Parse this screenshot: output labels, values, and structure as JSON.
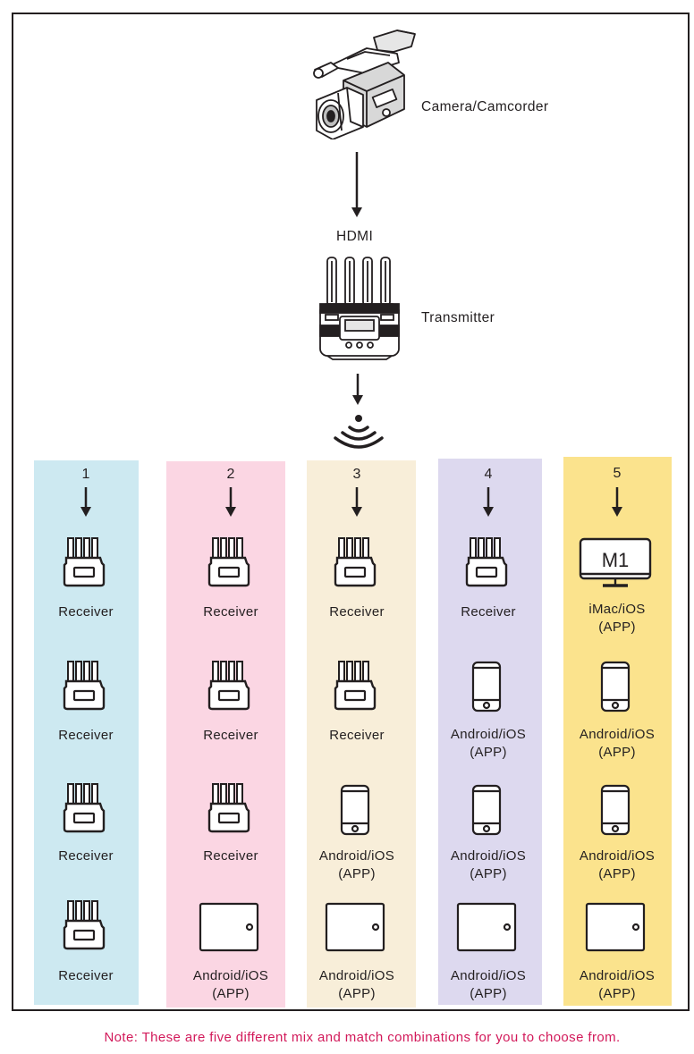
{
  "diagram": {
    "camera_label": "Camera/Camcorder",
    "hdmi_label": "HDMI",
    "transmitter_label": "Transmitter",
    "note": "Note: These are five different mix and match combinations for you to choose from.",
    "colors": {
      "col1": "#cde9f1",
      "col2": "#fbd6e3",
      "col3": "#f8eed9",
      "col4": "#ddd9ef",
      "col5": "#fbe38d",
      "note": "#d2195a",
      "line": "#231f20"
    },
    "columns": [
      {
        "number": "1",
        "devices": [
          {
            "icon": "receiver-icon",
            "line1": "Receiver",
            "line2": ""
          },
          {
            "icon": "receiver-icon",
            "line1": "Receiver",
            "line2": ""
          },
          {
            "icon": "receiver-icon",
            "line1": "Receiver",
            "line2": ""
          },
          {
            "icon": "receiver-icon",
            "line1": "Receiver",
            "line2": ""
          }
        ]
      },
      {
        "number": "2",
        "devices": [
          {
            "icon": "receiver-icon",
            "line1": "Receiver",
            "line2": ""
          },
          {
            "icon": "receiver-icon",
            "line1": "Receiver",
            "line2": ""
          },
          {
            "icon": "receiver-icon",
            "line1": "Receiver",
            "line2": ""
          },
          {
            "icon": "tablet-icon",
            "line1": "Android/iOS",
            "line2": "(APP)"
          }
        ]
      },
      {
        "number": "3",
        "devices": [
          {
            "icon": "receiver-icon",
            "line1": "Receiver",
            "line2": ""
          },
          {
            "icon": "receiver-icon",
            "line1": "Receiver",
            "line2": ""
          },
          {
            "icon": "phone-icon",
            "line1": "Android/iOS",
            "line2": "(APP)"
          },
          {
            "icon": "tablet-icon",
            "line1": "Android/iOS",
            "line2": "(APP)"
          }
        ]
      },
      {
        "number": "4",
        "devices": [
          {
            "icon": "receiver-icon",
            "line1": "Receiver",
            "line2": ""
          },
          {
            "icon": "phone-icon",
            "line1": "Android/iOS",
            "line2": "(APP)"
          },
          {
            "icon": "phone-icon",
            "line1": "Android/iOS",
            "line2": "(APP)"
          },
          {
            "icon": "tablet-icon",
            "line1": "Android/iOS",
            "line2": "(APP)"
          }
        ]
      },
      {
        "number": "5",
        "devices": [
          {
            "icon": "monitor-icon",
            "screen_text": "M1",
            "line1": "iMac/iOS",
            "line2": "(APP)"
          },
          {
            "icon": "phone-icon",
            "line1": "Android/iOS",
            "line2": "(APP)"
          },
          {
            "icon": "phone-icon",
            "line1": "Android/iOS",
            "line2": "(APP)"
          },
          {
            "icon": "tablet-icon",
            "line1": "Android/iOS",
            "line2": "(APP)"
          }
        ]
      }
    ]
  }
}
